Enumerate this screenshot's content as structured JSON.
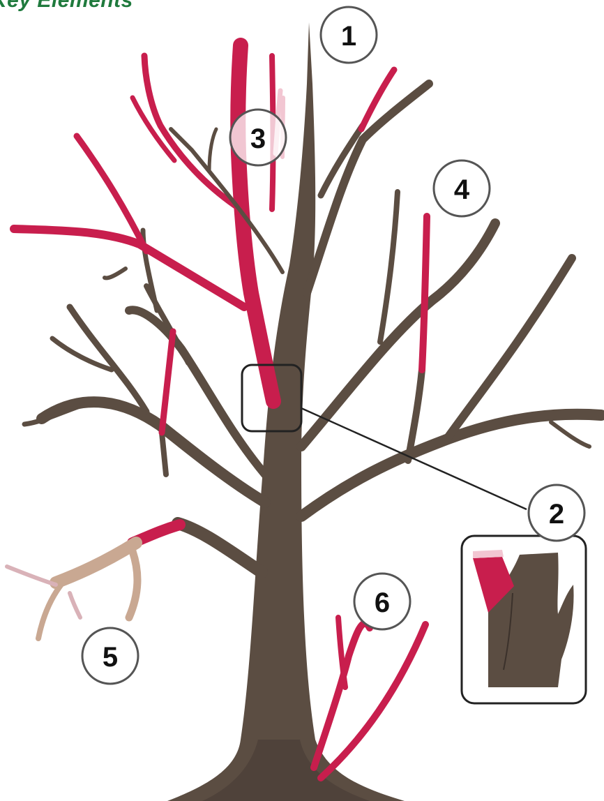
{
  "title": "Key Elements",
  "colors": {
    "bark": "#5b4d42",
    "highlight": "#c81e4d",
    "highlight_faded": "#f2c6d2",
    "dead_wood": "#c9a892",
    "title_green": "#1f7a3d",
    "marker_stroke": "#555555"
  },
  "markers": [
    {
      "id": "1",
      "label": "1"
    },
    {
      "id": "2",
      "label": "2"
    },
    {
      "id": "3",
      "label": "3"
    },
    {
      "id": "4",
      "label": "4"
    },
    {
      "id": "5",
      "label": "5"
    },
    {
      "id": "6",
      "label": "6"
    }
  ],
  "icons": [
    "tree-illustration",
    "branch-collar-detail-icon"
  ]
}
